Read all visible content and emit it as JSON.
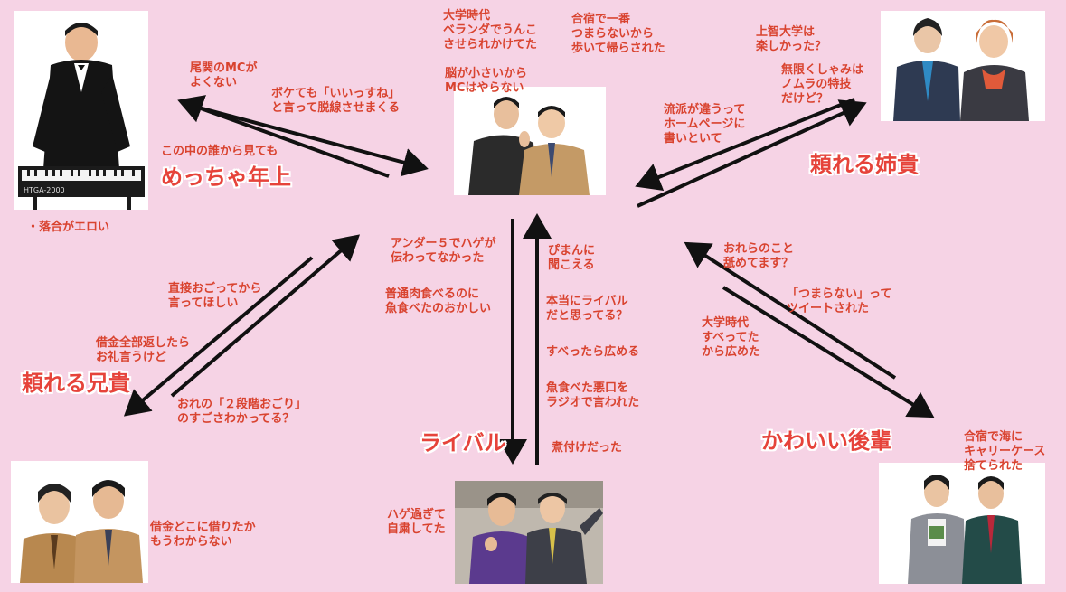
{
  "roles": {
    "older": "めっちゃ年上",
    "sister": "頼れる姉貴",
    "brother": "頼れる兄貴",
    "rival": "ライバル",
    "junior": "かわいい後輩"
  },
  "notes": {
    "center_top1": "大学時代\nベランダでうんこ\nさせられかけてた",
    "center_top2": "合宿で一番\nつまらないから\n歩いて帰らされた",
    "center_top3": "脳が小さいから\nMCはやらない",
    "topleft_a": "尾関のMCが\nよくない",
    "topleft_b": "ボケても「いいっすね」\nと言って脱線させまくる",
    "topleft_c": "この中の誰から見ても",
    "topleft_bullet": "・落合がエロい",
    "topright_a": "上智大学は\n楽しかった？",
    "topright_b": "無限くしゃみは\nノムラの特技\nだけど？",
    "topright_c": "流派が違うって\nホームページに\n書いといて",
    "left_a": "直接おごってから\n言ってほしい",
    "left_b": "借金全部返したら\nお礼言うけど",
    "left_c": "おれの「２段階おごり」\nのすごさわかってる？",
    "bottomleft": "借金どこに借りたか\nもうわからない",
    "mid_a": "アンダー５でハゲが\n伝わってなかった",
    "mid_b": "普通肉食べるのに\n魚食べたのおかしい",
    "mid_c": "ぴまんに\n聞こえる",
    "mid_d": "本当にライバル\nだと思ってる？",
    "mid_e": "すべったら広める",
    "mid_f": "魚食べた悪口を\nラジオで言われた",
    "mid_g": "煮付けだった",
    "bottom_center": "ハゲ過ぎて\n自粛してた",
    "right_a": "おれらのこと\n舐めてます？",
    "right_b": "「つまらない」って\nツイートされた",
    "right_c": "大学時代\nすべってた\nから広めた",
    "bottomright": "合宿で海に\nキャリーケース\n捨てられた"
  },
  "colors": {
    "background": "#f6d3e5",
    "text_red": "#d9432f",
    "arrow": "#111111"
  },
  "keyboard_label": "HTGA-2000"
}
